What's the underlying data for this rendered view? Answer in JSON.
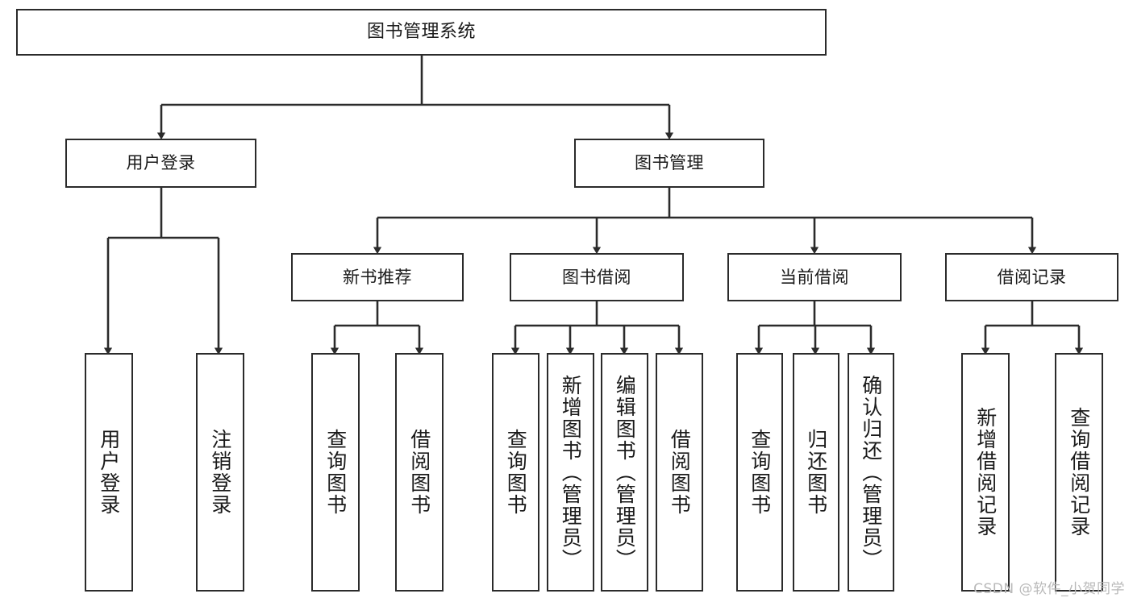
{
  "diagram": {
    "title": "图书管理系统",
    "type": "tree-hierarchy",
    "root": {
      "id": "root",
      "label": "图书管理系统"
    },
    "level2": [
      {
        "id": "user-login",
        "label": "用户登录"
      },
      {
        "id": "book-manage",
        "label": "图书管理"
      }
    ],
    "level3": [
      {
        "id": "new-book-recommend",
        "label": "新书推荐",
        "parent": "book-manage"
      },
      {
        "id": "book-borrow",
        "label": "图书借阅",
        "parent": "book-manage"
      },
      {
        "id": "current-borrow",
        "label": "当前借阅",
        "parent": "book-manage"
      },
      {
        "id": "borrow-record",
        "label": "借阅记录",
        "parent": "book-manage"
      }
    ],
    "leaves": [
      {
        "id": "leaf-user-login",
        "label": "用户登录",
        "parent": "user-login"
      },
      {
        "id": "leaf-user-logout",
        "label": "注销登录",
        "parent": "user-login"
      },
      {
        "id": "leaf-query-book-1",
        "label": "查询图书",
        "parent": "new-book-recommend"
      },
      {
        "id": "leaf-borrow-book-1",
        "label": "借阅图书",
        "parent": "new-book-recommend"
      },
      {
        "id": "leaf-query-book-2",
        "label": "查询图书",
        "parent": "book-borrow"
      },
      {
        "id": "leaf-add-book",
        "label": "新增图书（管理员）",
        "parent": "book-borrow"
      },
      {
        "id": "leaf-edit-book",
        "label": "编辑图书（管理员）",
        "parent": "book-borrow"
      },
      {
        "id": "leaf-borrow-book-2",
        "label": "借阅图书",
        "parent": "book-borrow"
      },
      {
        "id": "leaf-query-book-3",
        "label": "查询图书",
        "parent": "current-borrow"
      },
      {
        "id": "leaf-return-book",
        "label": "归还图书",
        "parent": "current-borrow"
      },
      {
        "id": "leaf-confirm-return",
        "label": "确认归还（管理员）",
        "parent": "current-borrow"
      },
      {
        "id": "leaf-add-record",
        "label": "新增借阅记录",
        "parent": "borrow-record"
      },
      {
        "id": "leaf-query-record",
        "label": "查询借阅记录",
        "parent": "borrow-record"
      }
    ]
  },
  "watermark": {
    "text": "CSDN @软件_小贺同学"
  },
  "colors": {
    "background": "#ffffff",
    "box_border": "#2b2b2b",
    "box_fill": "#ffffff",
    "text": "#1a1a1a",
    "connector": "#2b2b2b",
    "watermark": "#b9b9b9"
  }
}
